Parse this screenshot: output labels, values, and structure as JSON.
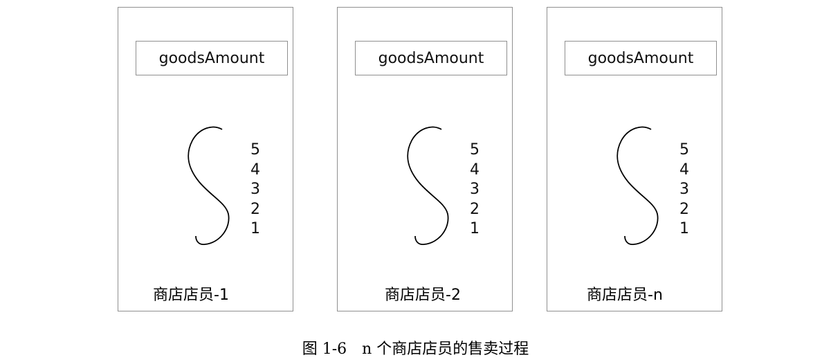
{
  "panels": [
    {
      "field_label": "goodsAmount",
      "stack": [
        "5",
        "4",
        "3",
        "2",
        "1"
      ],
      "clerk_label": "商店店员-1"
    },
    {
      "field_label": "goodsAmount",
      "stack": [
        "5",
        "4",
        "3",
        "2",
        "1"
      ],
      "clerk_label": "商店店员-2"
    },
    {
      "field_label": "goodsAmount",
      "stack": [
        "5",
        "4",
        "3",
        "2",
        "1"
      ],
      "clerk_label": "商店店员-n"
    }
  ],
  "caption": "图 1-6　n 个商店店员的售卖过程"
}
